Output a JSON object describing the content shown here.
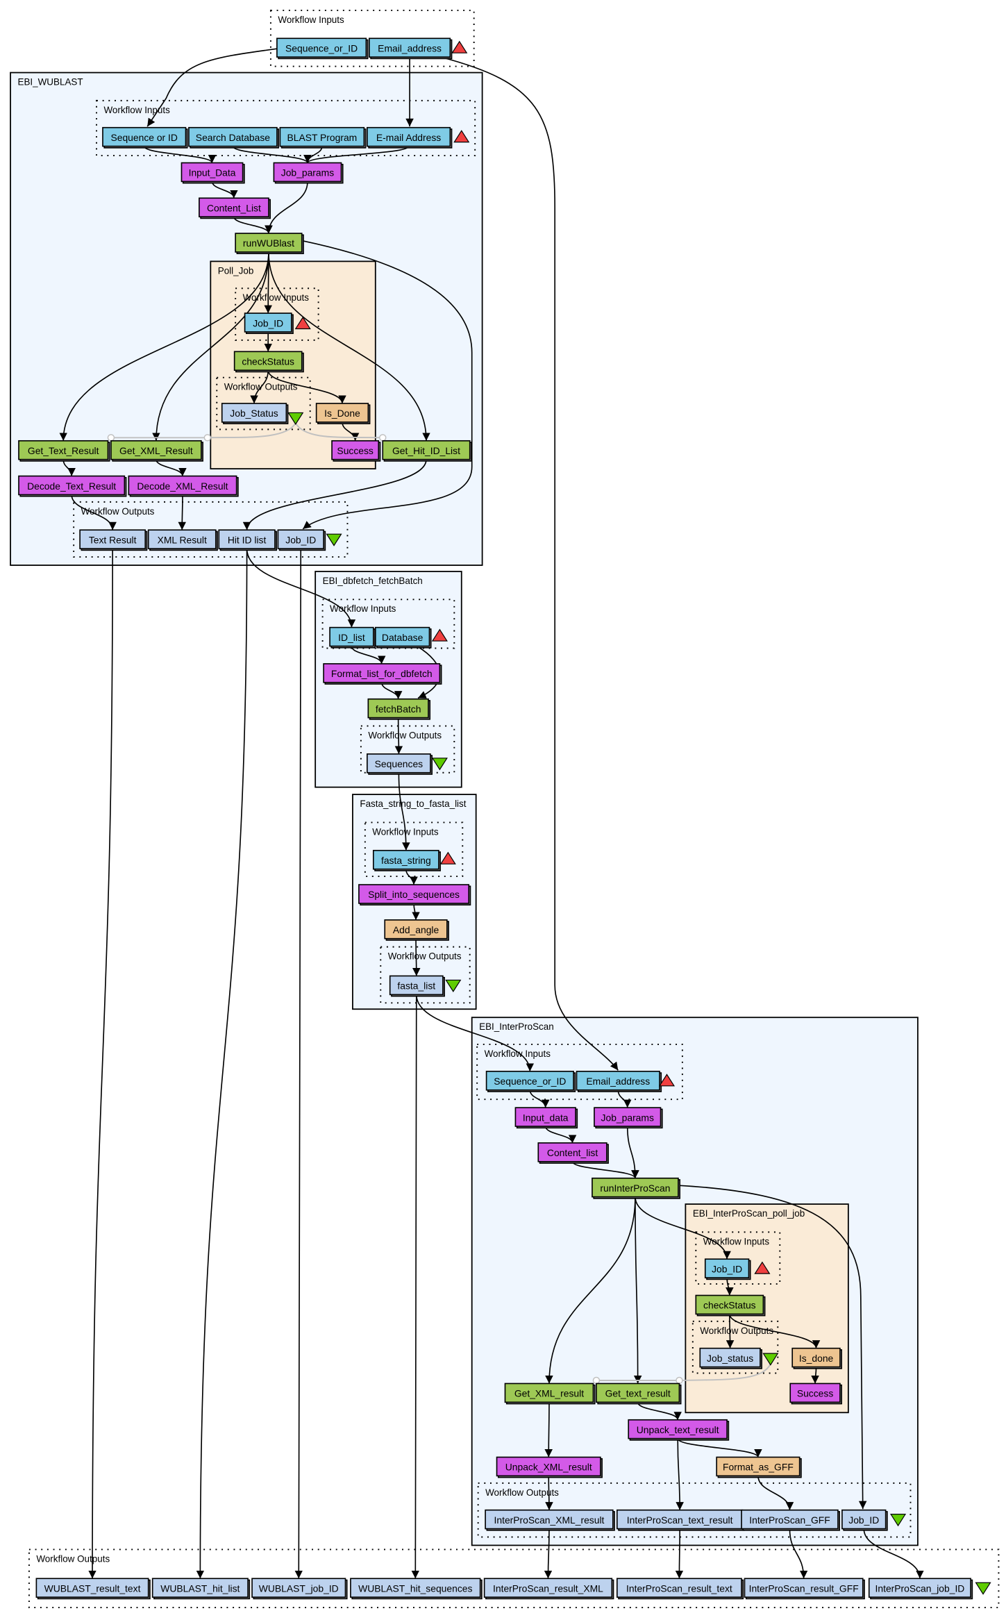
{
  "colors": {
    "input": "#7fcbe6",
    "output": "#bdd2ee",
    "beanshell": "#d35ae8",
    "service": "#9ec955",
    "local": "#eec591",
    "nested_fill": "#eff6fe",
    "poll_fill": "#faebd7",
    "input_marker": "#f04040",
    "output_marker": "#5fcc00"
  },
  "groups": {
    "top_inputs": "Workflow Inputs",
    "wublast": "EBI_WUBLAST",
    "wublast_inputs": "Workflow Inputs",
    "poll_job": "Poll_Job",
    "poll_job_inputs": "Workflow Inputs",
    "poll_job_outputs": "Workflow Outputs",
    "wublast_outputs": "Workflow Outputs",
    "dbfetch": "EBI_dbfetch_fetchBatch",
    "dbfetch_inputs": "Workflow Inputs",
    "dbfetch_outputs": "Workflow Outputs",
    "fasta": "Fasta_string_to_fasta_list",
    "fasta_inputs": "Workflow Inputs",
    "fasta_outputs": "Workflow Outputs",
    "interproscan": "EBI_InterProScan",
    "ips_inputs": "Workflow Inputs",
    "ips_poll": "EBI_InterProScan_poll_job",
    "ips_poll_inputs": "Workflow Inputs",
    "ips_poll_outputs": "Workflow Outputs",
    "ips_outputs": "Workflow Outputs",
    "bottom_outputs": "Workflow Outputs"
  },
  "nodes": {
    "top_seq": "Sequence_or_ID",
    "top_email": "Email_address",
    "wb_seq": "Sequence or ID",
    "wb_search": "Search Database",
    "wb_blast": "BLAST Program",
    "wb_email": "E-mail Address",
    "wb_input": "Input_Data",
    "wb_jobp": "Job_params",
    "wb_content": "Content_List",
    "wb_run": "runWUBlast",
    "pj_jobid": "Job_ID",
    "pj_check": "checkStatus",
    "pj_status": "Job_Status",
    "pj_isdone": "Is_Done",
    "pj_success": "Success",
    "gtr": "Get_Text_Result",
    "gxr": "Get_XML_Result",
    "ghl": "Get_Hit_ID_List",
    "dtr": "Decode_Text_Result",
    "dxr": "Decode_XML_Result",
    "o_text": "Text Result",
    "o_xml": "XML Result",
    "o_hit": "Hit ID list",
    "o_jobid": "Job_ID",
    "db_idlist": "ID_list",
    "db_database": "Database",
    "db_format": "Format_list_for_dbfetch",
    "db_fetch": "fetchBatch",
    "db_seq": "Sequences",
    "fs_string": "fasta_string",
    "fs_split": "Split_into_sequences",
    "fs_add": "Add_angle",
    "fs_list": "fasta_list",
    "ips_seq": "Sequence_or_ID",
    "ips_email": "Email_address",
    "ips_input": "Input_data",
    "ips_jobp": "Job_params",
    "ips_content": "Content_list",
    "ips_run": "runInterProScan",
    "ipj_jobid": "Job_ID",
    "ipj_check": "checkStatus",
    "ipj_status": "Job_status",
    "ipj_isdone": "Is_done",
    "ipj_success": "Success",
    "gx": "Get_XML_result",
    "gt": "Get_text_result",
    "unt": "Unpack_text_result",
    "unx": "Unpack_XML_result",
    "gff": "Format_as_GFF",
    "o_ipsxml": "InterProScan_XML_result",
    "o_ipstext": "InterProScan_text_result",
    "o_gff": "InterProScan_GFF",
    "ips_o_jobid": "Job_ID",
    "b_rt": "WUBLAST_result_text",
    "b_hl": "WUBLAST_hit_list",
    "b_jid": "WUBLAST_job_ID",
    "b_hs": "WUBLAST_hit_sequences",
    "b_x": "InterProScan_result_XML",
    "b_t": "InterProScan_result_text",
    "b_g": "InterProScan_result_GFF",
    "b_j": "InterProScan_job_ID"
  }
}
